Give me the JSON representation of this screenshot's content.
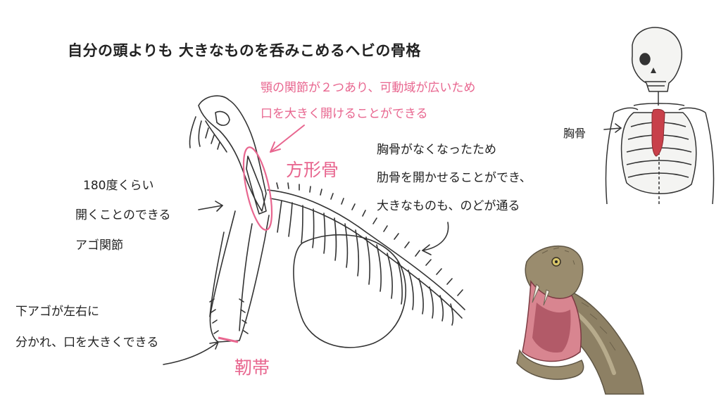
{
  "title": "自分の頭よりも 大きなものを呑みこめるヘビの骨格",
  "jaw_note": {
    "line1": "顎の関節が２つあり、可動域が広いため",
    "line2": "口を大きく開けることができる"
  },
  "quadrate_label": "方形骨",
  "ligament_label": "靭帯",
  "rib_note": {
    "line1": "胸骨がなくなったため",
    "line2": "肋骨を開かせることができ、",
    "line3": "大きなものも、のどが通る"
  },
  "hinge_note": {
    "line1": "180度くらい",
    "line2": "開くことのできる",
    "line3": "アゴ関節"
  },
  "split_note": {
    "line1": "下アゴが左右に",
    "line2": "分かれ、口を大きくできる"
  },
  "sternum_label": "胸骨",
  "colors": {
    "accent_pink": "#e8668f",
    "ink": "#222222",
    "sternum_red": "#c8404a",
    "snake_skin": "#9a8c6e",
    "mouth_pink": "#d88590"
  },
  "icons": [
    "arrow-icon"
  ]
}
